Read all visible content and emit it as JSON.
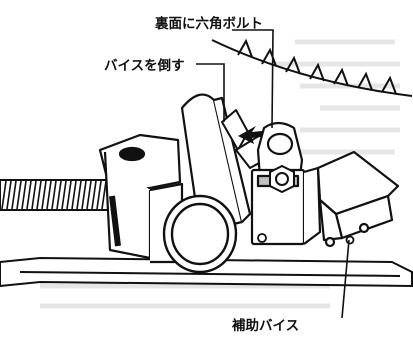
{
  "figure": {
    "callouts": {
      "hex_bolt_back": "裏面に六角ボルト",
      "tilt_vise": "バイスを倒す",
      "auxiliary_vise": "補助バイス"
    },
    "colors": {
      "ink": "#111111",
      "paper": "#ffffff",
      "shade": "#bfbfbf",
      "faint_text": "#b5b5b5"
    }
  }
}
